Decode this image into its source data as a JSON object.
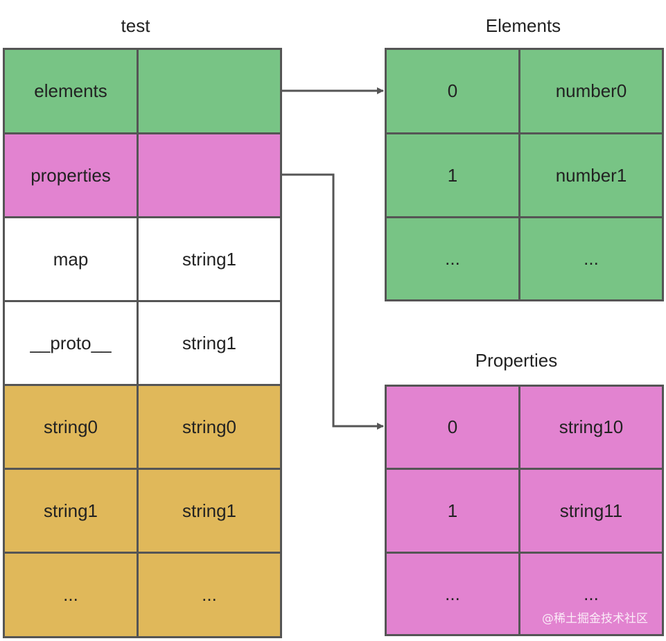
{
  "titles": {
    "test": "test",
    "elements": "Elements",
    "properties": "Properties"
  },
  "test_table": [
    [
      "elements",
      ""
    ],
    [
      "properties",
      ""
    ],
    [
      "map",
      "string1"
    ],
    [
      "__proto__",
      "string1"
    ],
    [
      "string0",
      "string0"
    ],
    [
      "string1",
      "string1"
    ],
    [
      "...",
      "..."
    ]
  ],
  "elements_table": [
    [
      "0",
      "number0"
    ],
    [
      "1",
      "number1"
    ],
    [
      "...",
      "..."
    ]
  ],
  "properties_table": [
    [
      "0",
      "string10"
    ],
    [
      "1",
      "string11"
    ],
    [
      "...",
      "..."
    ]
  ],
  "watermark": "@稀土掘金技术社区",
  "colors": {
    "green": "#78c485",
    "pink": "#e283d0",
    "gold": "#e0b85a",
    "white": "#ffffff",
    "border": "#555555"
  }
}
